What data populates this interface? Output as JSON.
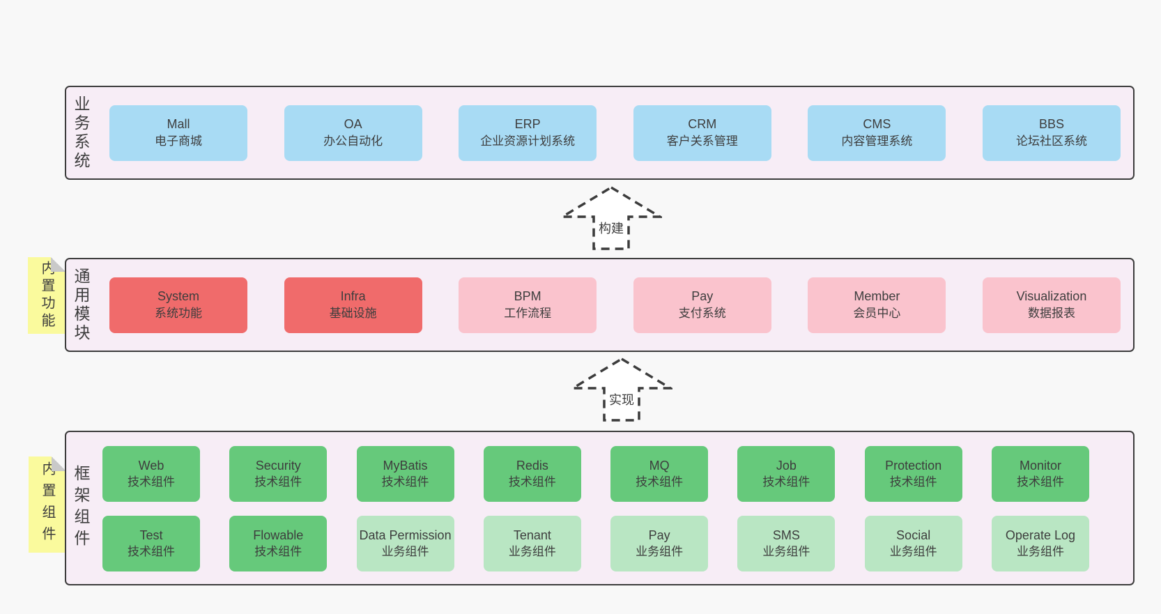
{
  "colors": {
    "band_bg": "#f7edf6",
    "border": "#3c3c3c",
    "blue": "#a8dbf4",
    "red": "#f06b6b",
    "pink": "#fac3cd",
    "green": "#66c97b",
    "lightgreen": "#b9e6c3",
    "note_bg": "#fafa9d",
    "fold": "#c9c9c9",
    "text": "#3d3d3d"
  },
  "arrows": {
    "build": {
      "label": "构建"
    },
    "implement": {
      "label": "实现"
    }
  },
  "bands": {
    "business": {
      "side_label": "业务系统",
      "boxes": [
        {
          "name": "Mall",
          "desc": "电子商城",
          "variant": "blue"
        },
        {
          "name": "OA",
          "desc": "办公自动化",
          "variant": "blue"
        },
        {
          "name": "ERP",
          "desc": "企业资源计划系统",
          "variant": "blue"
        },
        {
          "name": "CRM",
          "desc": "客户关系管理",
          "variant": "blue"
        },
        {
          "name": "CMS",
          "desc": "内容管理系统",
          "variant": "blue"
        },
        {
          "name": "BBS",
          "desc": "论坛社区系统",
          "variant": "blue"
        }
      ]
    },
    "modules": {
      "side_label": "通用模块",
      "note": "内置功能",
      "boxes": [
        {
          "name": "System",
          "desc": "系统功能",
          "variant": "red"
        },
        {
          "name": "Infra",
          "desc": "基础设施",
          "variant": "red"
        },
        {
          "name": "BPM",
          "desc": "工作流程",
          "variant": "pink"
        },
        {
          "name": "Pay",
          "desc": "支付系统",
          "variant": "pink"
        },
        {
          "name": "Member",
          "desc": "会员中心",
          "variant": "pink"
        },
        {
          "name": "Visualization",
          "desc": "数据报表",
          "variant": "pink"
        }
      ]
    },
    "components": {
      "side_label": "框架组件",
      "note": "内置组件",
      "rows": [
        [
          {
            "name": "Web",
            "desc": "技术组件",
            "variant": "green"
          },
          {
            "name": "Security",
            "desc": "技术组件",
            "variant": "green"
          },
          {
            "name": "MyBatis",
            "desc": "技术组件",
            "variant": "green"
          },
          {
            "name": "Redis",
            "desc": "技术组件",
            "variant": "green"
          },
          {
            "name": "MQ",
            "desc": "技术组件",
            "variant": "green"
          },
          {
            "name": "Job",
            "desc": "技术组件",
            "variant": "green"
          },
          {
            "name": "Protection",
            "desc": "技术组件",
            "variant": "green"
          },
          {
            "name": "Monitor",
            "desc": "技术组件",
            "variant": "green"
          }
        ],
        [
          {
            "name": "Test",
            "desc": "技术组件",
            "variant": "green"
          },
          {
            "name": "Flowable",
            "desc": "技术组件",
            "variant": "green"
          },
          {
            "name": "Data Permission",
            "desc": "业务组件",
            "variant": "lightgreen"
          },
          {
            "name": "Tenant",
            "desc": "业务组件",
            "variant": "lightgreen"
          },
          {
            "name": "Pay",
            "desc": "业务组件",
            "variant": "lightgreen"
          },
          {
            "name": "SMS",
            "desc": "业务组件",
            "variant": "lightgreen"
          },
          {
            "name": "Social",
            "desc": "业务组件",
            "variant": "lightgreen"
          },
          {
            "name": "Operate Log",
            "desc": "业务组件",
            "variant": "lightgreen"
          }
        ]
      ]
    }
  }
}
